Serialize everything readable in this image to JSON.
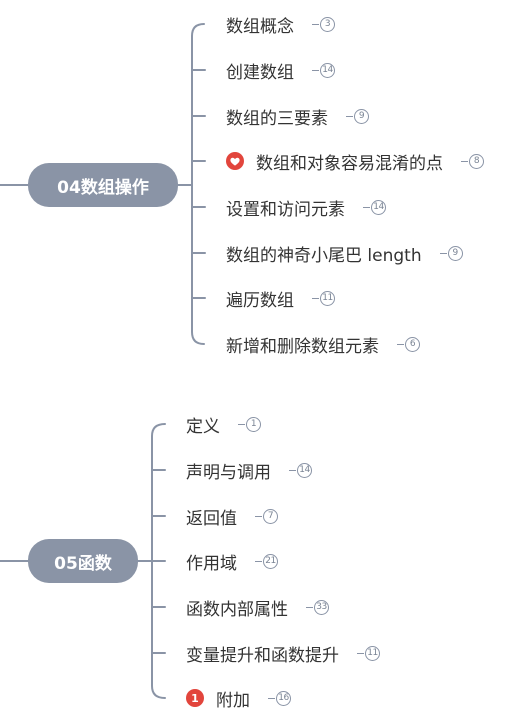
{
  "colors": {
    "node_fill": "#8a94a6",
    "line": "#8a94a6",
    "text": "#333333",
    "accent_red": "#e2453c"
  },
  "mindmap": {
    "branches": [
      {
        "title": "04数组操作",
        "children": [
          {
            "label": "数组概念",
            "count": "3"
          },
          {
            "label": "创建数组",
            "count": "14"
          },
          {
            "label": "数组的三要素",
            "count": "9"
          },
          {
            "label": "数组和对象容易混淆的点",
            "count": "8",
            "icon": "heart-icon"
          },
          {
            "label": "设置和访问元素",
            "count": "14"
          },
          {
            "label": "数组的神奇小尾巴 length",
            "count": "9"
          },
          {
            "label": "遍历数组",
            "count": "11"
          },
          {
            "label": "新增和删除数组元素",
            "count": "6"
          }
        ]
      },
      {
        "title": "05函数",
        "children": [
          {
            "label": "定义",
            "count": "1"
          },
          {
            "label": "声明与调用",
            "count": "14"
          },
          {
            "label": "返回值",
            "count": "7"
          },
          {
            "label": "作用域",
            "count": "21"
          },
          {
            "label": "函数内部属性",
            "count": "33"
          },
          {
            "label": "变量提升和函数提升",
            "count": "11"
          },
          {
            "label": "附加",
            "count": "16",
            "badge": "1"
          }
        ]
      }
    ]
  }
}
